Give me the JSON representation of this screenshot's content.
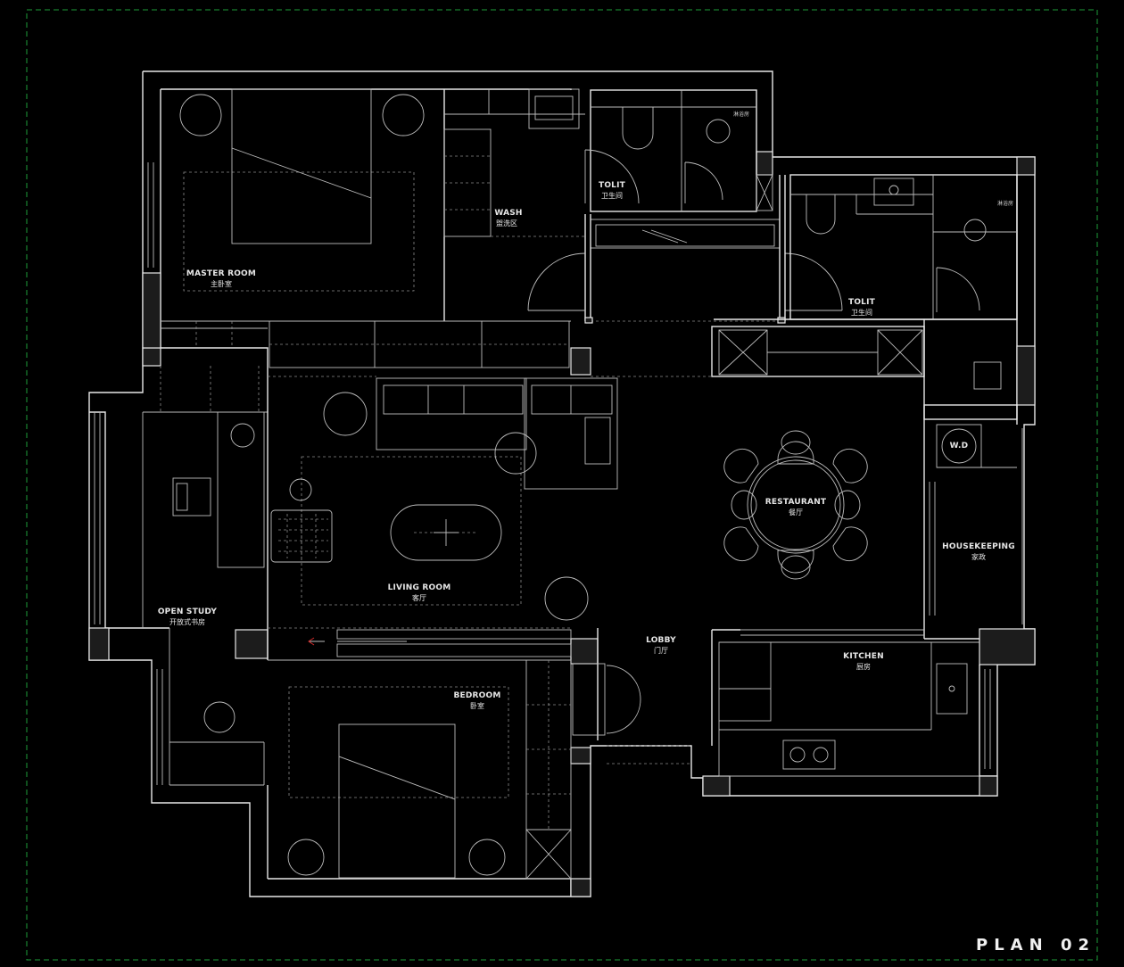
{
  "plan_title": "PLAN 02",
  "colors": {
    "background": "#000000",
    "line": "#e8e8e8",
    "frame": "#1e9e3a",
    "marker": "#d12b2b"
  },
  "rooms": {
    "master_room": {
      "en": "MASTER ROOM",
      "zh": "主卧室"
    },
    "wash": {
      "en": "WASH",
      "zh": "盥洗区"
    },
    "toilet_1": {
      "en": "TOLIT",
      "zh": "卫生间"
    },
    "toilet_2": {
      "en": "TOLIT",
      "zh": "卫生间"
    },
    "open_study": {
      "en": "OPEN STUDY",
      "zh": "开放式书房"
    },
    "living_room": {
      "en": "LIVING ROOM",
      "zh": "客厅"
    },
    "restaurant": {
      "en": "RESTAURANT",
      "zh": "餐厅"
    },
    "housekeeping": {
      "en": "HOUSEKEEPING",
      "zh": "家政"
    },
    "wd": {
      "en": "W.D"
    },
    "lobby": {
      "en": "LOBBY",
      "zh": "门厅"
    },
    "kitchen": {
      "en": "KITCHEN",
      "zh": "厨房"
    },
    "bedroom": {
      "en": "BEDROOM",
      "zh": "卧室"
    }
  },
  "notes": {
    "shower_1": "淋浴房",
    "shower_2": "淋浴房"
  }
}
